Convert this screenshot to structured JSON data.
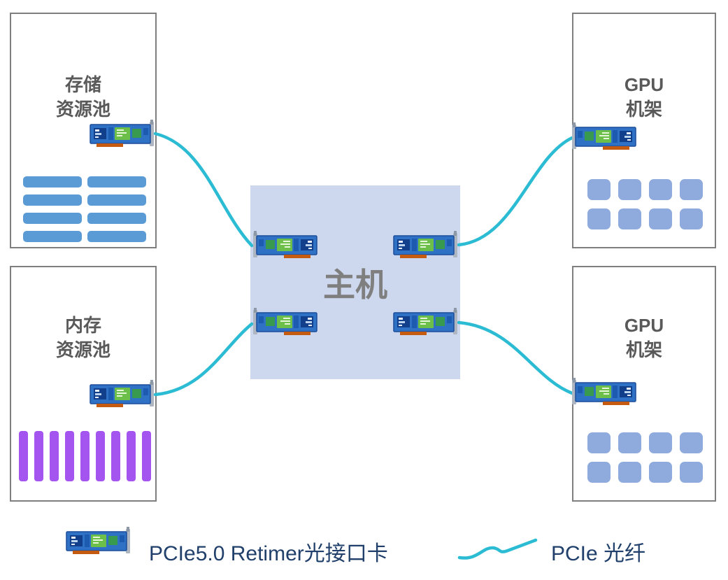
{
  "host": {
    "label": "主机"
  },
  "pools": {
    "storage": {
      "label": "存储\n资源池",
      "bar_count": 8
    },
    "memory": {
      "label": "内存\n资源池",
      "bar_count": 9
    },
    "gpu_top": {
      "label": "GPU\n机架",
      "unit_count": 8
    },
    "gpu_bottom": {
      "label": "GPU\n机架",
      "unit_count": 8
    }
  },
  "legend": {
    "retimer_card_label": "PCIe5.0 Retimer光接口卡",
    "fiber_label": "PCIe 光纤"
  },
  "icons": {
    "retimer_card": "pcie-retimer-card-icon",
    "fiber": "fiber-curve-icon"
  },
  "colors": {
    "border": "#7f7f7f",
    "label_text": "#595959",
    "host_fill": "#cdd8ef",
    "host_text": "#7f7f7f",
    "fiber": "#2bbcd4",
    "storage_bar": "#5b9bd5",
    "memory_bar": "#a455f0",
    "gpu_unit": "#8faadc",
    "legend_text": "#20406b"
  }
}
